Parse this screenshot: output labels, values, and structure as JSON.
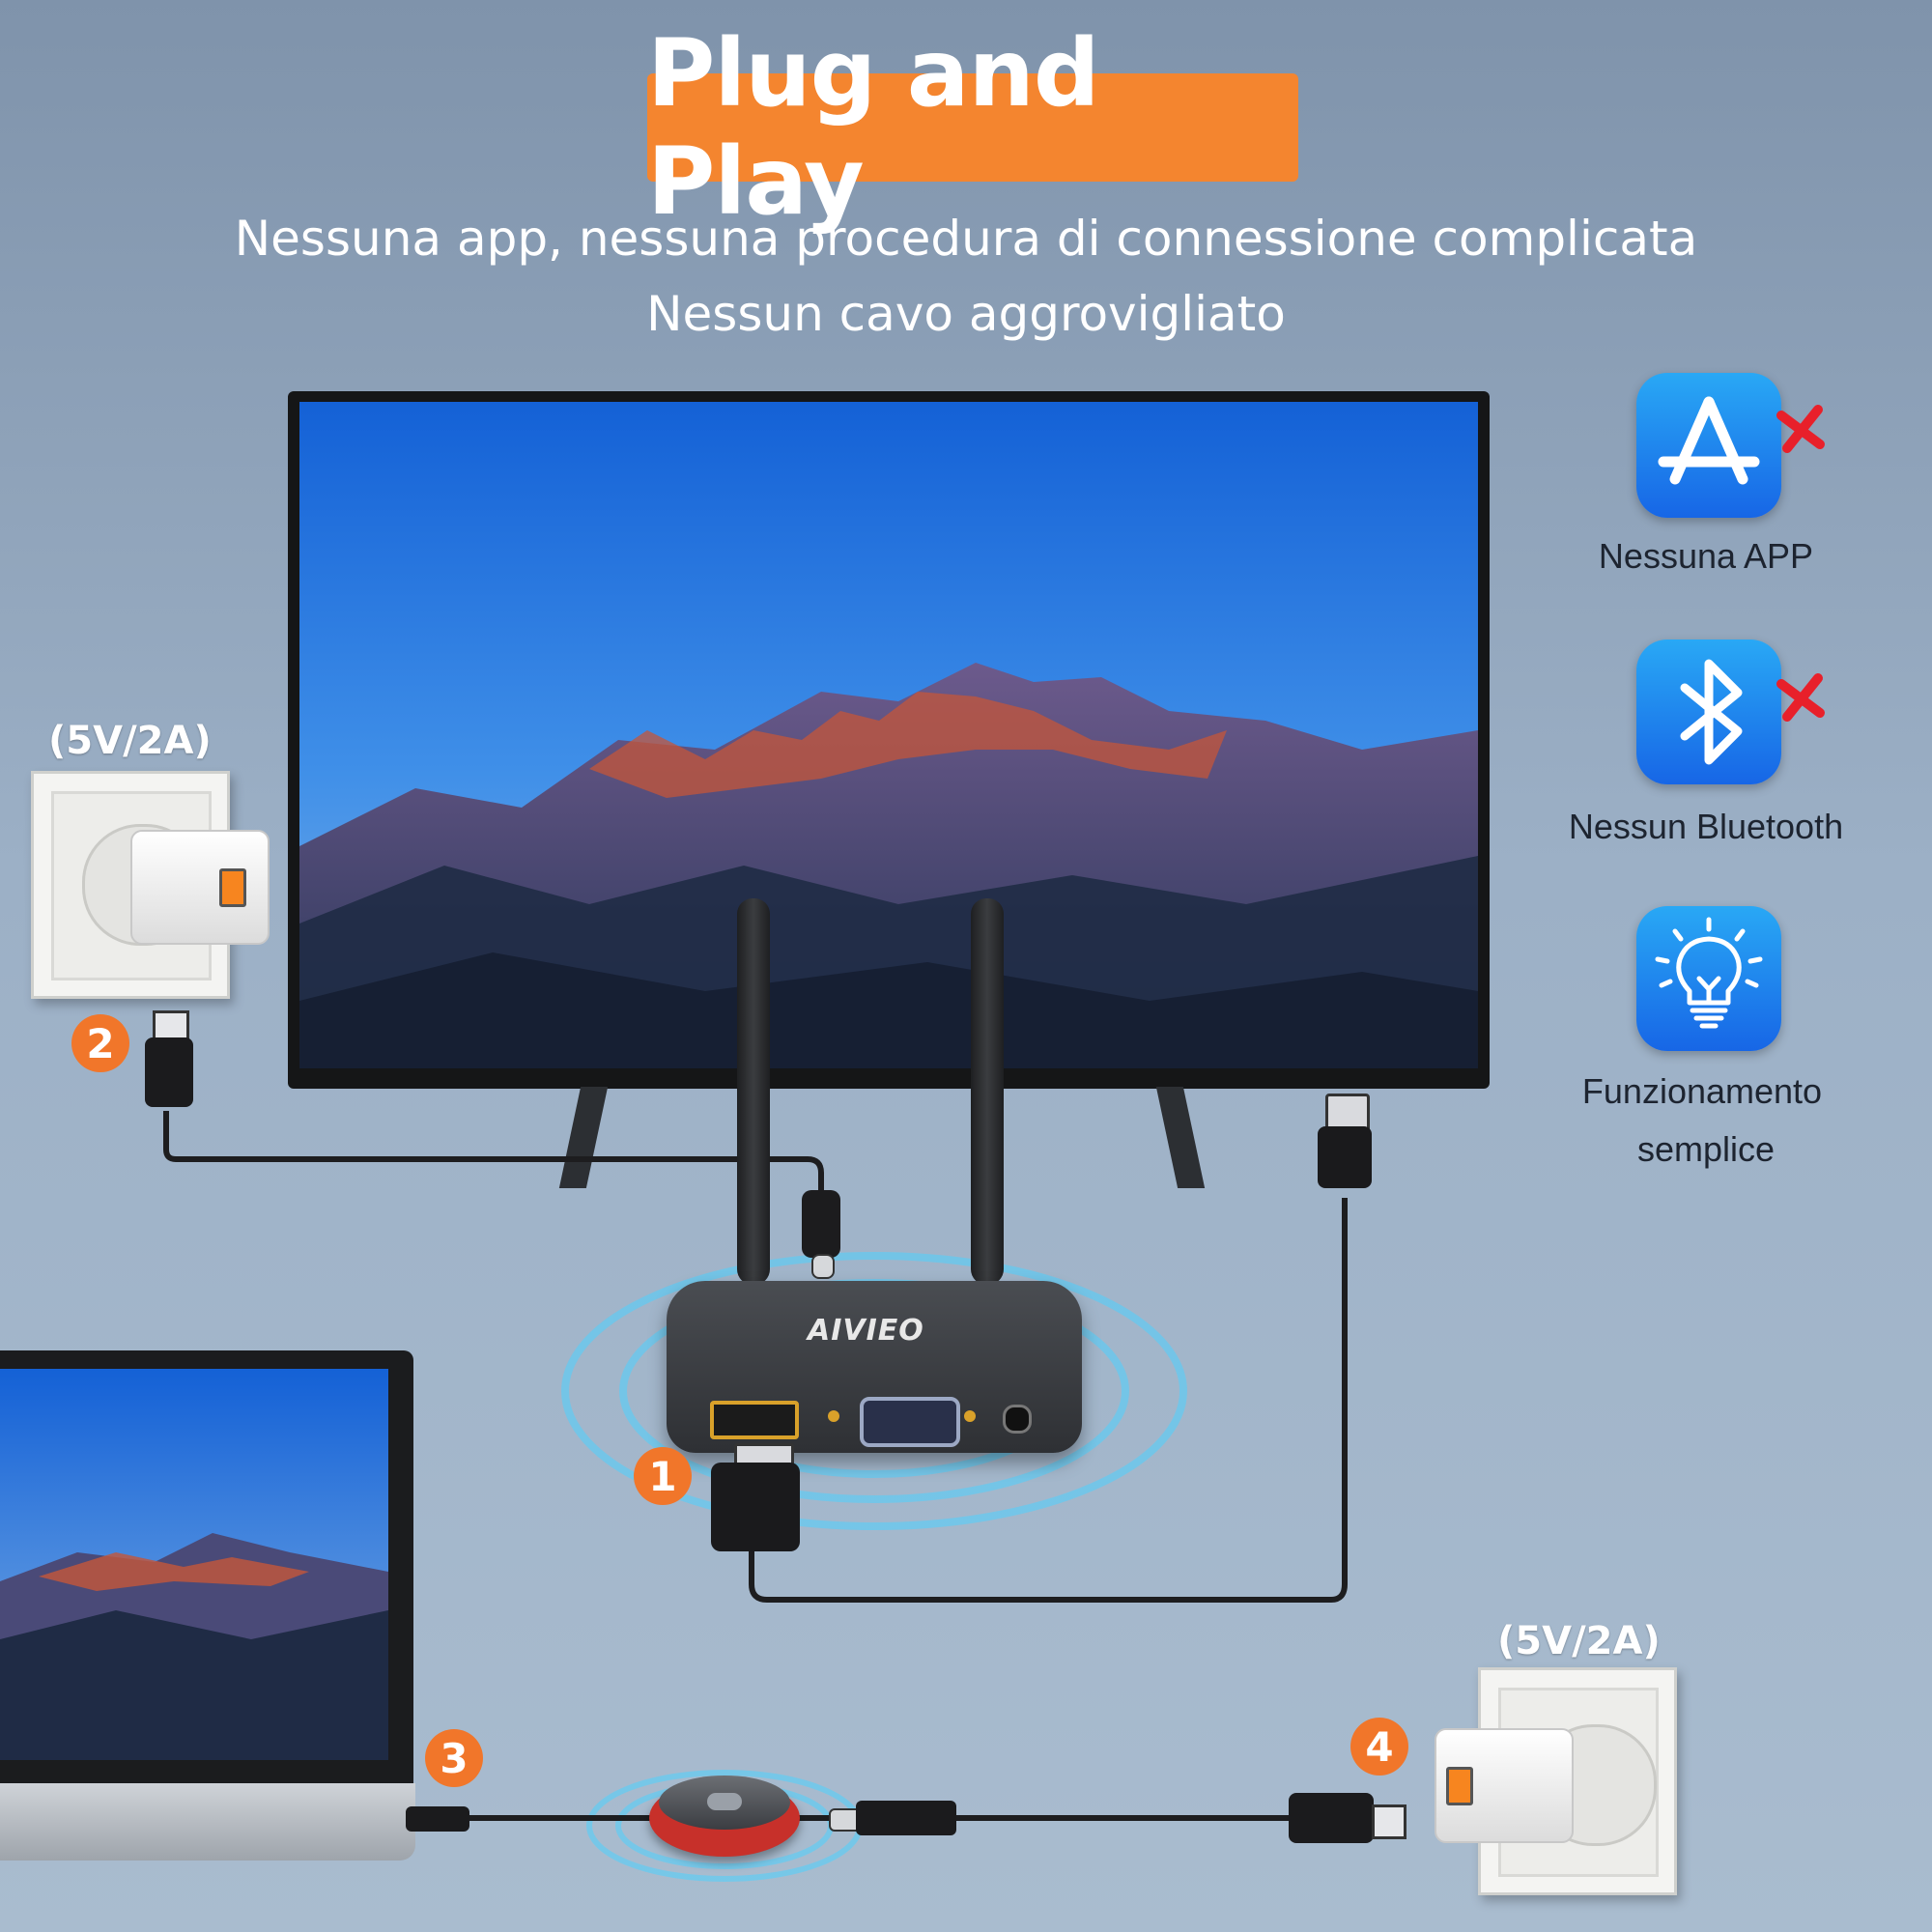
{
  "header": {
    "title": "Plug and Play",
    "subtitle_line1": "Nessuna app, nessuna procedura di connessione complicata",
    "subtitle_line2": "Nessun cavo aggrovigliato"
  },
  "features": [
    {
      "label": "Nessuna APP",
      "icon": "app-store-icon",
      "crossed": true
    },
    {
      "label": "Nessun Bluetooth",
      "icon": "bluetooth-icon",
      "crossed": true
    },
    {
      "label_line1": "Funzionamento",
      "label_line2": "semplice",
      "icon": "lightbulb-icon",
      "crossed": false
    }
  ],
  "power": {
    "left_label": "(5V/2A)",
    "right_label": "(5V/2A)"
  },
  "steps": [
    "1",
    "2",
    "3",
    "4"
  ],
  "receiver": {
    "brand": "AIVIEO"
  },
  "colors": {
    "accent": "#f4852f",
    "badge": "#f1762a",
    "icon_blue": "#1e88f0",
    "cross_red": "#e8202a"
  }
}
